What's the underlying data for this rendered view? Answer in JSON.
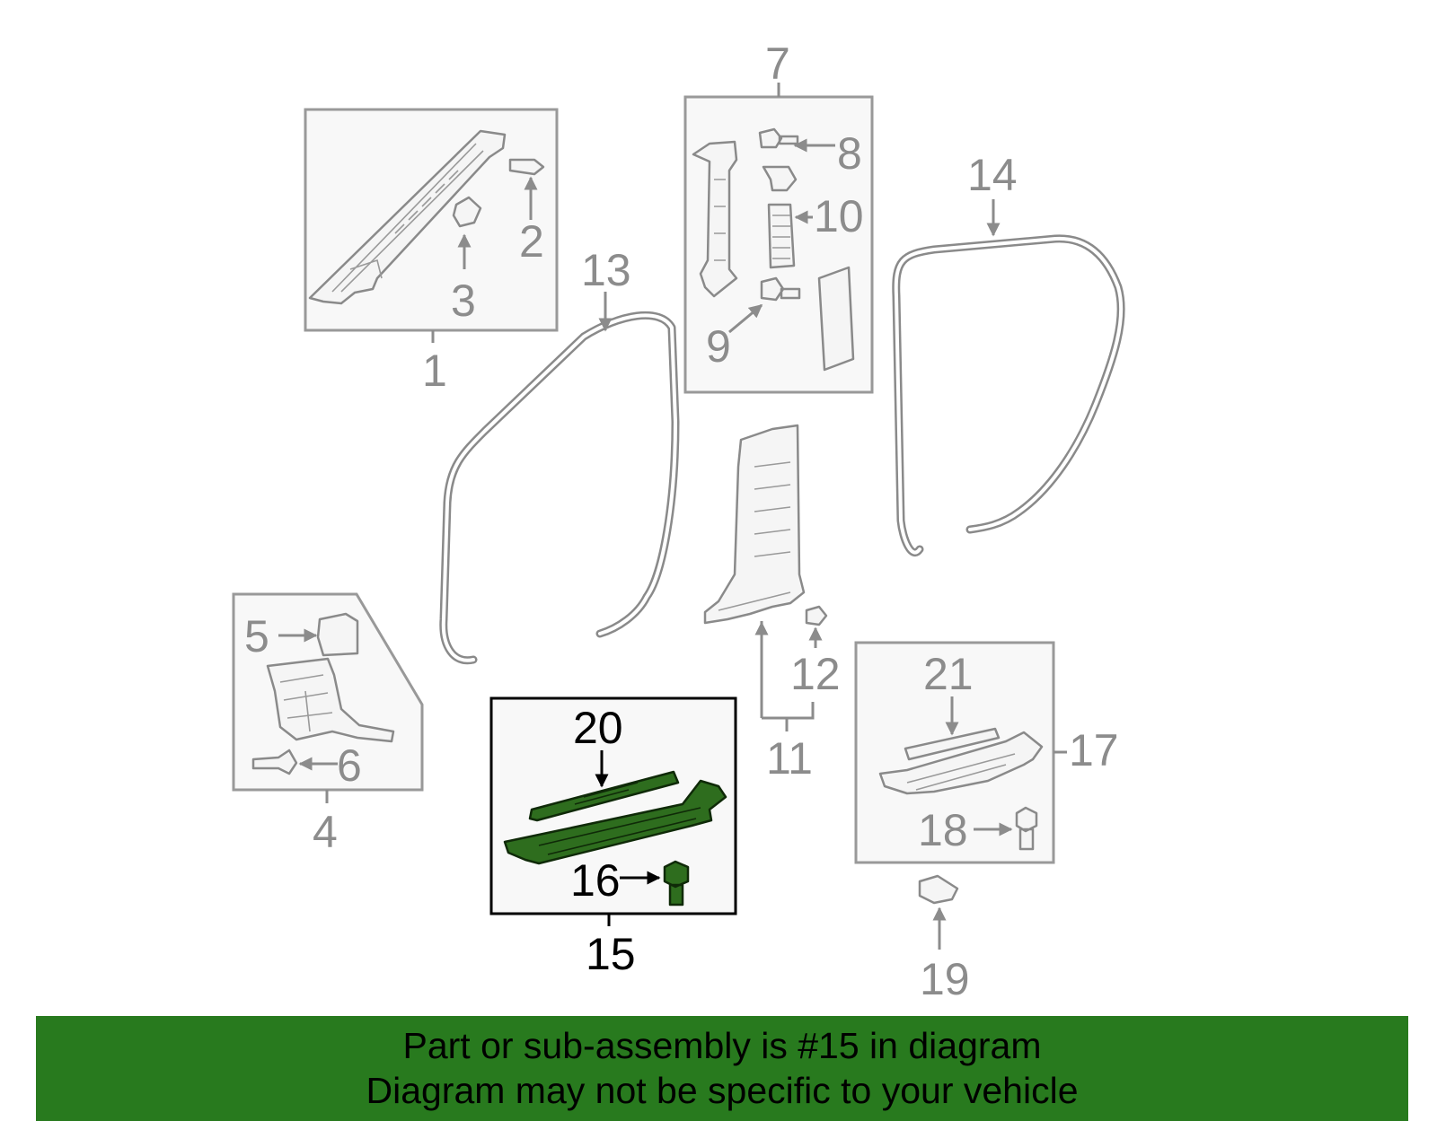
{
  "diagram": {
    "highlight_color": "#2e6d1e",
    "callouts": {
      "c1": "1",
      "c2": "2",
      "c3": "3",
      "c4": "4",
      "c5": "5",
      "c6": "6",
      "c7": "7",
      "c8": "8",
      "c9": "9",
      "c10": "10",
      "c11": "11",
      "c12": "12",
      "c13": "13",
      "c14": "14",
      "c15": "15",
      "c16": "16",
      "c17": "17",
      "c18": "18",
      "c19": "19",
      "c20": "20",
      "c21": "21"
    },
    "highlighted_part": "15"
  },
  "banner": {
    "background": "#287a1e",
    "line1": "Part or sub-assembly is #15 in diagram",
    "line2": "Diagram may not be specific to your vehicle"
  }
}
